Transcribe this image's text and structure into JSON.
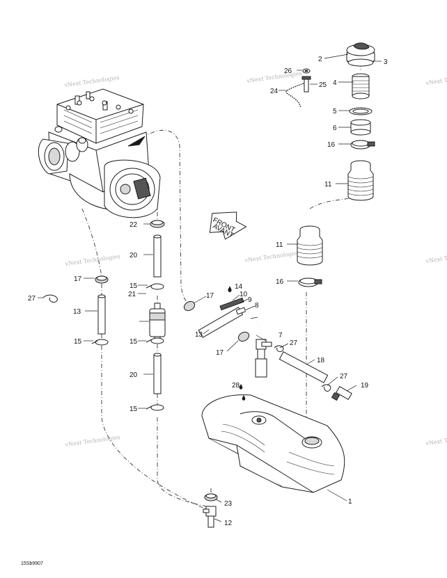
{
  "figure": {
    "code": "15Sb9907",
    "watermark": "vNext Technologies",
    "front_label": [
      "FRONT",
      "AVANT"
    ]
  },
  "callouts": [
    {
      "id": "c1",
      "label": "1"
    },
    {
      "id": "c2",
      "label": "2"
    },
    {
      "id": "c3",
      "label": "3"
    },
    {
      "id": "c4",
      "label": "4"
    },
    {
      "id": "c5",
      "label": "5"
    },
    {
      "id": "c6",
      "label": "6"
    },
    {
      "id": "c7",
      "label": "7"
    },
    {
      "id": "c8",
      "label": "8"
    },
    {
      "id": "c9",
      "label": "9"
    },
    {
      "id": "c10",
      "label": "10"
    },
    {
      "id": "c11a",
      "label": "11"
    },
    {
      "id": "c11b",
      "label": "11"
    },
    {
      "id": "c12",
      "label": "12"
    },
    {
      "id": "c13a",
      "label": "13"
    },
    {
      "id": "c13b",
      "label": "13"
    },
    {
      "id": "c14",
      "label": "14"
    },
    {
      "id": "c15a",
      "label": "15"
    },
    {
      "id": "c15b",
      "label": "15"
    },
    {
      "id": "c15c",
      "label": "15"
    },
    {
      "id": "c15d",
      "label": "15"
    },
    {
      "id": "c16a",
      "label": "16"
    },
    {
      "id": "c16b",
      "label": "16"
    },
    {
      "id": "c17a",
      "label": "17"
    },
    {
      "id": "c17b",
      "label": "17"
    },
    {
      "id": "c17c",
      "label": "17"
    },
    {
      "id": "c18",
      "label": "18"
    },
    {
      "id": "c19",
      "label": "19"
    },
    {
      "id": "c20a",
      "label": "20"
    },
    {
      "id": "c20b",
      "label": "20"
    },
    {
      "id": "c21",
      "label": "21"
    },
    {
      "id": "c22",
      "label": "22"
    },
    {
      "id": "c23",
      "label": "23"
    },
    {
      "id": "c24",
      "label": "24"
    },
    {
      "id": "c25",
      "label": "25"
    },
    {
      "id": "c26",
      "label": "26"
    },
    {
      "id": "c27a",
      "label": "27"
    },
    {
      "id": "c27b",
      "label": "27"
    },
    {
      "id": "c27c",
      "label": "27"
    },
    {
      "id": "c28",
      "label": "28"
    }
  ]
}
